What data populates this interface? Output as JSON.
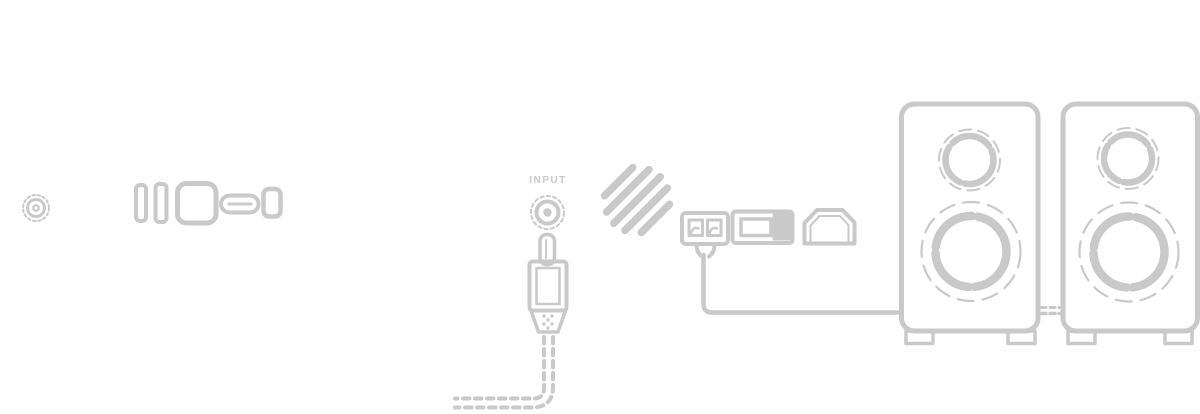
{
  "diagram": {
    "title": "speaker-connection-diagram",
    "labels": {
      "input_jack": "INPUT"
    },
    "colors": {
      "artwork": "#c9c9c9",
      "background": "#ffffff"
    },
    "icons": [
      {
        "name": "volume-knob-icon"
      },
      {
        "name": "slot-port-icon"
      },
      {
        "name": "slot-port-icon"
      },
      {
        "name": "square-port-icon"
      },
      {
        "name": "pill-port-icon"
      },
      {
        "name": "small-port-icon"
      },
      {
        "name": "aux-input-jack-icon",
        "label": "INPUT"
      },
      {
        "name": "aux-plug-icon"
      },
      {
        "name": "audio-cable"
      },
      {
        "name": "signal-lines-icon"
      },
      {
        "name": "power-plug-icon"
      },
      {
        "name": "power-cord"
      },
      {
        "name": "usb-connector-icon"
      },
      {
        "name": "hdmi-connector-icon"
      },
      {
        "name": "left-speaker"
      },
      {
        "name": "right-speaker"
      },
      {
        "name": "speaker-link-cable"
      }
    ]
  }
}
